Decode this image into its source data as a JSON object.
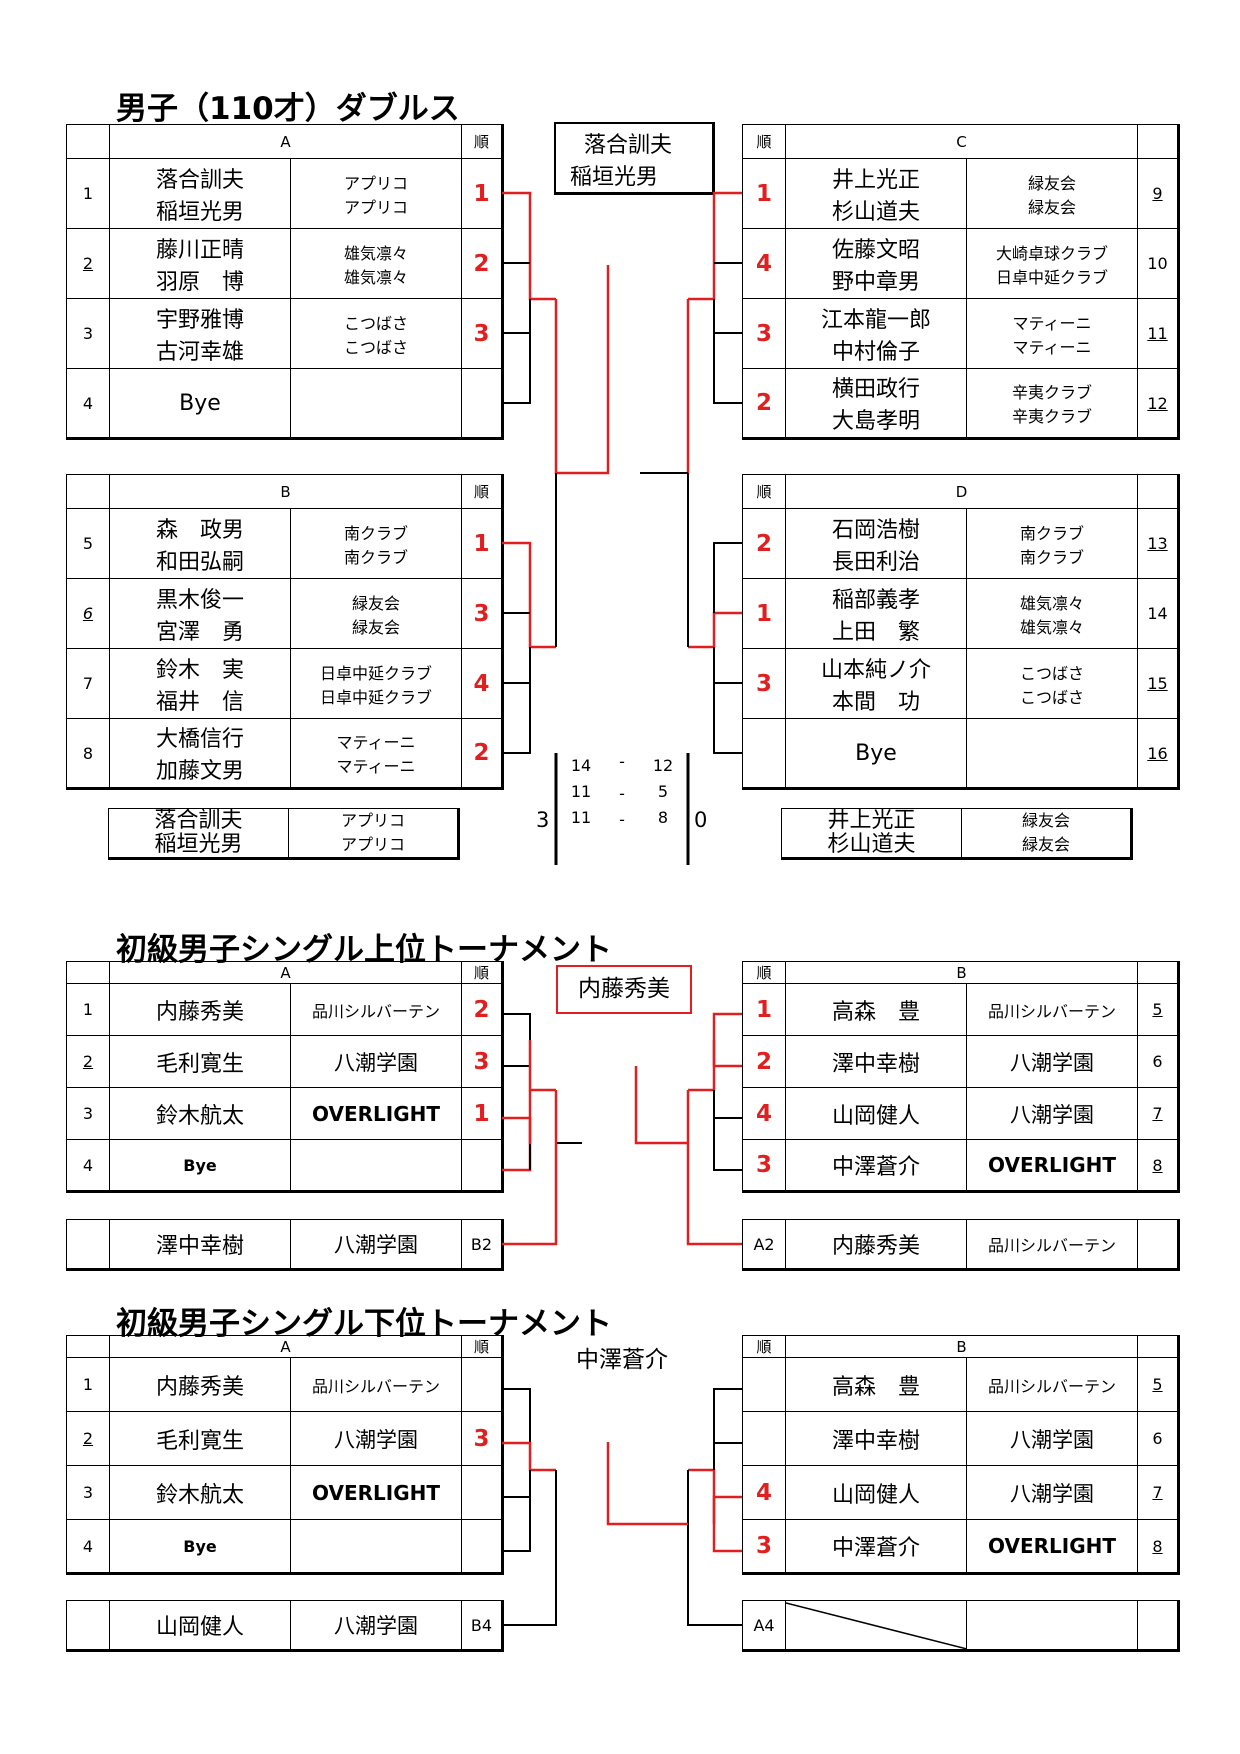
{
  "doubles": {
    "title": "男子（110才）ダブルス",
    "champion": [
      "落合訓夫",
      "稲垣光男"
    ],
    "rank_header": "順",
    "groups": {
      "A": {
        "label": "A",
        "rows": [
          {
            "no": "1",
            "p1": "落合訓夫",
            "c1": "アプリコ",
            "p2": "稲垣光男",
            "c2": "アプリコ",
            "rank": "1"
          },
          {
            "no": "2",
            "p1": "藤川正晴",
            "c1": "雄気凛々",
            "p2": "羽原　博",
            "c2": "雄気凛々",
            "rank": "2"
          },
          {
            "no": "3",
            "p1": "宇野雅博",
            "c1": "こつばさ",
            "p2": "古河幸雄",
            "c2": "こつばさ",
            "rank": "3"
          },
          {
            "no": "4",
            "p1": "Bye",
            "c1": "",
            "p2": "",
            "c2": "",
            "rank": ""
          }
        ]
      },
      "B": {
        "label": "B",
        "rows": [
          {
            "no": "5",
            "p1": "森　政男",
            "c1": "南クラブ",
            "p2": "和田弘嗣",
            "c2": "南クラブ",
            "rank": "1"
          },
          {
            "no": "6",
            "p1": "黒木俊一",
            "c1": "緑友会",
            "p2": "宮澤　勇",
            "c2": "緑友会",
            "rank": "3"
          },
          {
            "no": "7",
            "p1": "鈴木　実",
            "c1": "日卓中延クラブ",
            "p2": "福井　信",
            "c2": "日卓中延クラブ",
            "rank": "4"
          },
          {
            "no": "8",
            "p1": "大橋信行",
            "c1": "マティーニ",
            "p2": "加藤文男",
            "c2": "マティーニ",
            "rank": "2"
          }
        ]
      },
      "C": {
        "label": "C",
        "rows": [
          {
            "no": "9",
            "p1": "井上光正",
            "c1": "緑友会",
            "p2": "杉山道夫",
            "c2": "緑友会",
            "rank": "1"
          },
          {
            "no": "10",
            "p1": "佐藤文昭",
            "c1": "大崎卓球クラブ",
            "p2": "野中章男",
            "c2": "日卓中延クラブ",
            "rank": "4"
          },
          {
            "no": "11",
            "p1": "江本龍一郎",
            "c1": "マティーニ",
            "p2": "中村倫子",
            "c2": "マティーニ",
            "rank": "3"
          },
          {
            "no": "12",
            "p1": "横田政行",
            "c1": "辛夷クラブ",
            "p2": "大島孝明",
            "c2": "辛夷クラブ",
            "rank": "2"
          }
        ]
      },
      "D": {
        "label": "D",
        "rows": [
          {
            "no": "13",
            "p1": "石岡浩樹",
            "c1": "南クラブ",
            "p2": "長田利治",
            "c2": "南クラブ",
            "rank": "2"
          },
          {
            "no": "14",
            "p1": "稲部義孝",
            "c1": "雄気凛々",
            "p2": "上田　繁",
            "c2": "雄気凛々",
            "rank": "1"
          },
          {
            "no": "15",
            "p1": "山本純ノ介",
            "c1": "こつばさ",
            "p2": "本間　功",
            "c2": "こつばさ",
            "rank": "3"
          },
          {
            "no": "16",
            "p1": "Bye",
            "c1": "",
            "p2": "",
            "c2": "",
            "rank": ""
          }
        ]
      }
    },
    "final": {
      "left": {
        "p1": "落合訓夫",
        "c1": "アプリコ",
        "p2": "稲垣光男",
        "c2": "アプリコ"
      },
      "right": {
        "p1": "井上光正",
        "c1": "緑友会",
        "p2": "杉山道夫",
        "c2": "緑友会"
      },
      "games": [
        {
          "l": "14",
          "sep": "-",
          "r": "12"
        },
        {
          "l": "11",
          "sep": "-",
          "r": "5"
        },
        {
          "l": "11",
          "sep": "-",
          "r": "8"
        }
      ],
      "set_left": "3",
      "set_right": "0"
    }
  },
  "upper": {
    "title": "初級男子シングル上位トーナメント",
    "champion": "内藤秀美",
    "rank_header": "順",
    "A": {
      "label": "A",
      "rows": [
        {
          "no": "1",
          "name": "内藤秀美",
          "club": "品川シルバーテン",
          "rank": "2"
        },
        {
          "no": "2",
          "name": "毛利寛生",
          "club": "八潮学園",
          "rank": "3"
        },
        {
          "no": "3",
          "name": "鈴木航太",
          "club": "OVERLIGHT",
          "rank": "1"
        },
        {
          "no": "4",
          "name": "Bye",
          "club": "",
          "rank": ""
        }
      ]
    },
    "B": {
      "label": "B",
      "rows": [
        {
          "no": "5",
          "name": "高森　豊",
          "club": "品川シルバーテン",
          "rank": "1"
        },
        {
          "no": "6",
          "name": "澤中幸樹",
          "club": "八潮学園",
          "rank": "2"
        },
        {
          "no": "7",
          "name": "山岡健人",
          "club": "八潮学園",
          "rank": "4"
        },
        {
          "no": "8",
          "name": "中澤蒼介",
          "club": "OVERLIGHT",
          "rank": "3"
        }
      ]
    },
    "cross_left": {
      "name": "澤中幸樹",
      "club": "八潮学園",
      "tag": "B2"
    },
    "cross_right": {
      "tag": "A2",
      "name": "内藤秀美",
      "club": "品川シルバーテン"
    }
  },
  "lower": {
    "title": "初級男子シングル下位トーナメント",
    "champion": "中澤蒼介",
    "rank_header": "順",
    "A": {
      "label": "A",
      "rows": [
        {
          "no": "1",
          "name": "内藤秀美",
          "club": "品川シルバーテン",
          "rank": ""
        },
        {
          "no": "2",
          "name": "毛利寛生",
          "club": "八潮学園",
          "rank": "3"
        },
        {
          "no": "3",
          "name": "鈴木航太",
          "club": "OVERLIGHT",
          "rank": ""
        },
        {
          "no": "4",
          "name": "Bye",
          "club": "",
          "rank": ""
        }
      ]
    },
    "B": {
      "label": "B",
      "rows": [
        {
          "no": "5",
          "name": "高森　豊",
          "club": "品川シルバーテン",
          "rank": ""
        },
        {
          "no": "6",
          "name": "澤中幸樹",
          "club": "八潮学園",
          "rank": ""
        },
        {
          "no": "7",
          "name": "山岡健人",
          "club": "八潮学園",
          "rank": "4"
        },
        {
          "no": "8",
          "name": "中澤蒼介",
          "club": "OVERLIGHT",
          "rank": "3"
        }
      ]
    },
    "cross_left": {
      "name": "山岡健人",
      "club": "八潮学園",
      "tag": "B4"
    },
    "cross_right": {
      "tag": "A4",
      "name": "",
      "club": ""
    }
  }
}
